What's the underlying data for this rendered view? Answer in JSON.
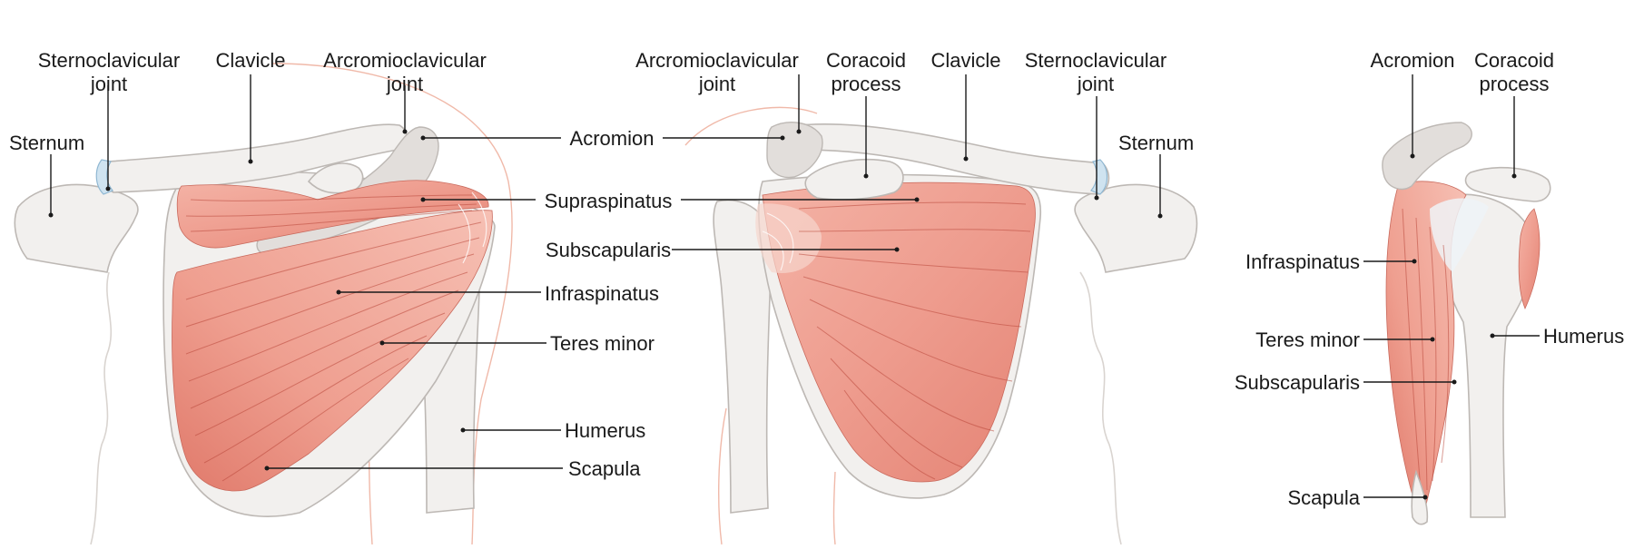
{
  "colors": {
    "muscle": "#ee9c8e",
    "muscle_dark": "#d96a5c",
    "bone": "#f2f0ee",
    "cartilage": "#cfe3f0",
    "line": "#1a1a1a"
  },
  "posterior": {
    "sternoclavicular_l1": "Sternoclavicular",
    "sternoclavicular_l2": "joint",
    "clavicle": "Clavicle",
    "acromioclavicular_l1": "Arcromioclavicular",
    "acromioclavicular_l2": "joint",
    "sternum": "Sternum",
    "acromion": "Acromion",
    "supraspinatus": "Supraspinatus",
    "subscapularis": "Subscapularis",
    "infraspinatus": "Infraspinatus",
    "teres_minor": "Teres minor",
    "humerus": "Humerus",
    "scapula": "Scapula"
  },
  "anterior": {
    "acromioclavicular_l1": "Arcromioclavicular",
    "acromioclavicular_l2": "joint",
    "coracoid_l1": "Coracoid",
    "coracoid_l2": "process",
    "clavicle": "Clavicle",
    "sternoclavicular_l1": "Sternoclavicular",
    "sternoclavicular_l2": "joint",
    "sternum": "Sternum"
  },
  "lateral": {
    "acromion": "Acromion",
    "coracoid_l1": "Coracoid",
    "coracoid_l2": "process",
    "infraspinatus": "Infraspinatus",
    "teres_minor": "Teres minor",
    "subscapularis": "Subscapularis",
    "humerus": "Humerus",
    "scapula": "Scapula"
  }
}
